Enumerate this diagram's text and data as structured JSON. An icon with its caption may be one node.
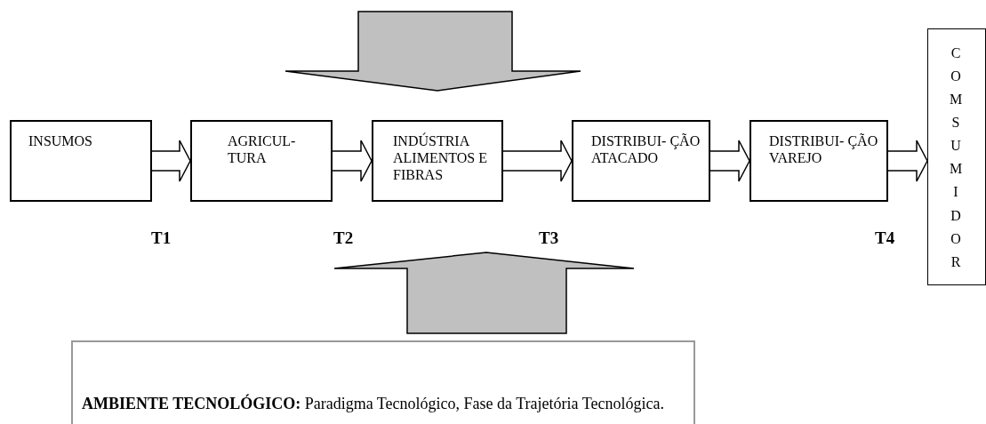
{
  "diagram": {
    "nodes": [
      {
        "text": [
          "INSUMOS"
        ]
      },
      {
        "text": [
          "AGRICUL- TURA"
        ]
      },
      {
        "text": [
          "INDÚSTRIA ALIMENTOS E FIBRAS"
        ]
      },
      {
        "text": [
          "DISTRIBUI- ÇÃO ATACADO"
        ]
      },
      {
        "text": [
          "DISTRIBUI- ÇÃO VAREJO"
        ]
      },
      {
        "text": [
          "COMSUMIDOR"
        ]
      },
      {
        "text": [
          "**AMBIENTE TECNOLÓGICO:** Paradigma Tecnológico, Fase da Trajetória Tecnológica."
        ]
      }
    ],
    "edges": [
      {
        "from": 0,
        "to": 1,
        "arrow": "to"
      },
      {
        "from": 1,
        "to": 2,
        "arrow": "to"
      },
      {
        "from": 2,
        "to": 3,
        "arrow": "to"
      },
      {
        "from": 3,
        "to": 4,
        "arrow": "to"
      },
      {
        "from": 4,
        "to": 5,
        "arrow": "to"
      },
      {
        "from": null,
        "to": 2,
        "arrow": "to",
        "style": "thick",
        "color": "#c0c0c0"
      },
      {
        "from": 6,
        "to": null,
        "arrow": "to",
        "style": "thick",
        "color": "#c0c0c0"
      }
    ],
    "labels": [
      "T1",
      "T2",
      "T3",
      "T4"
    ]
  }
}
